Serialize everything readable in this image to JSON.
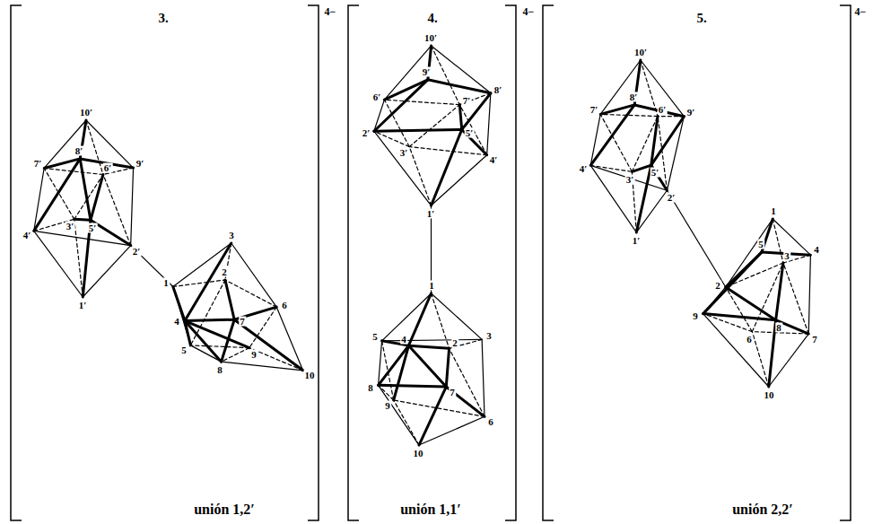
{
  "diagram": {
    "labels": [
      "3.",
      "4.",
      "5.",
      "unión 1,2′",
      "unión 1,1′",
      "unión 2,2′",
      "4−",
      "4−",
      "4−",
      "10′",
      "8′",
      "7′",
      "6′",
      "9′",
      "4′",
      "3′",
      "5′",
      "2′",
      "1′",
      "3",
      "1",
      "2",
      "4",
      "7",
      "6",
      "5",
      "9",
      "8",
      "10",
      "10′",
      "9′",
      "6′",
      "7′",
      "8′",
      "2′",
      "5′",
      "3′",
      "4′",
      "1′",
      "1",
      "5",
      "4",
      "2",
      "3",
      "7",
      "8",
      "9",
      "6",
      "10",
      "10′",
      "8′",
      "7′",
      "6′",
      "9′",
      "4′",
      "5′",
      "3′",
      "2′",
      "1′",
      "1",
      "5",
      "4",
      "3",
      "2",
      "9",
      "8",
      "6",
      "7",
      "10"
    ]
  }
}
